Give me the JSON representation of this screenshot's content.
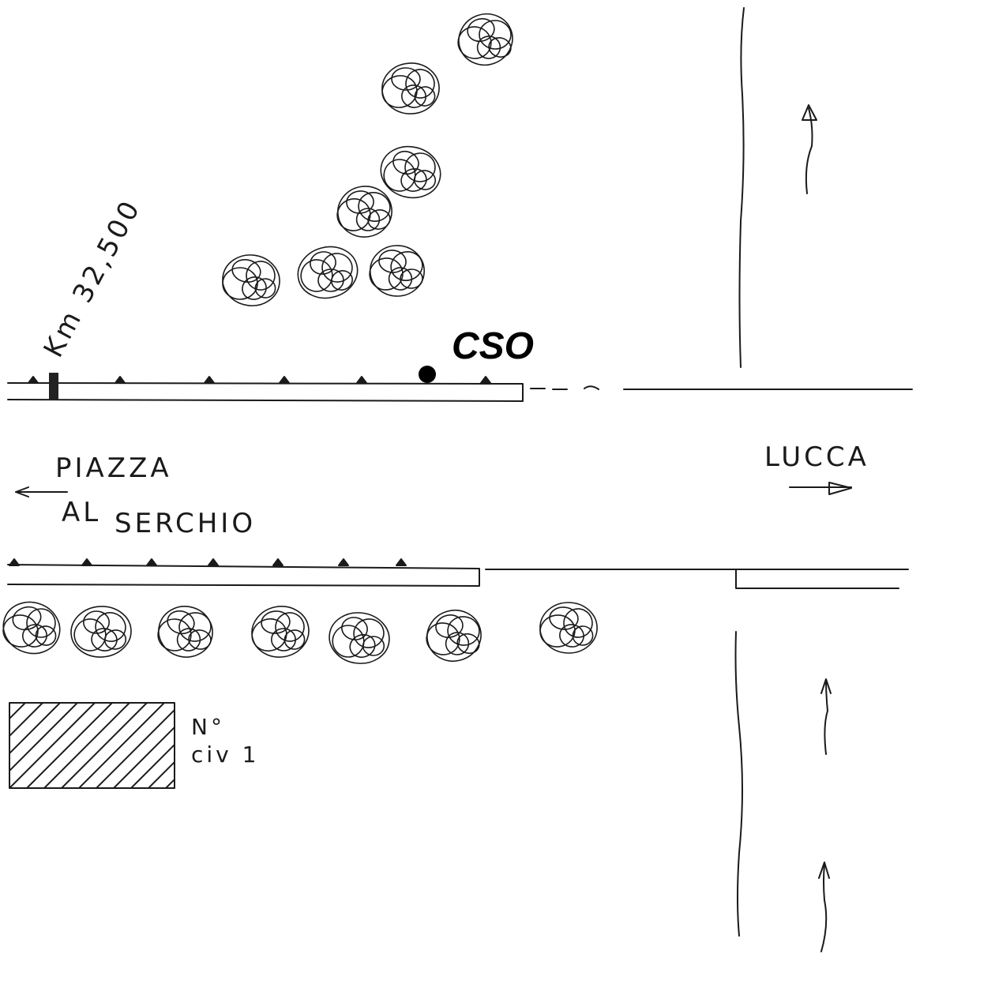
{
  "labels": {
    "km_marker": "Km 32,500",
    "cso": "CSO",
    "west_dest_line1": "PIAZZA",
    "west_dest_line2_a": "AL",
    "west_dest_line2_b": "SERCHIO",
    "east_dest": "LUCCA",
    "house_no_line1": "N°",
    "house_no_line2": "civ 1"
  },
  "colors": {
    "ink": "#1a1a1a",
    "background": "#ffffff"
  }
}
